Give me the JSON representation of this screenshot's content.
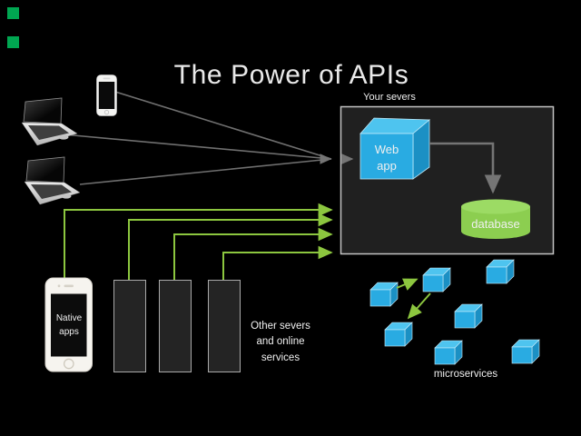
{
  "title": "The Power of APIs",
  "labels": {
    "your_servers": "Your severs",
    "web_app": "Web\napp",
    "database": "database",
    "native_apps": "Native\napps",
    "other_servers": "Other severs\nand online\nservices",
    "microservices": "microservices"
  },
  "colors": {
    "background": "#000000",
    "panel_fill": "#202020",
    "panel_border": "#c3c3c3",
    "rack_fill": "#242424",
    "rack_border": "#a9a9a9",
    "arrow_gray": "#757575",
    "arrow_green": "#8CC63F",
    "cube_front": "#29ABE2",
    "cube_top": "#4EC4EF",
    "cube_side": "#1B90C4",
    "database_body": "#8CCE50",
    "database_top": "#9CDB64",
    "text": "#EFEFEF",
    "glitch_green": "#00A651"
  }
}
